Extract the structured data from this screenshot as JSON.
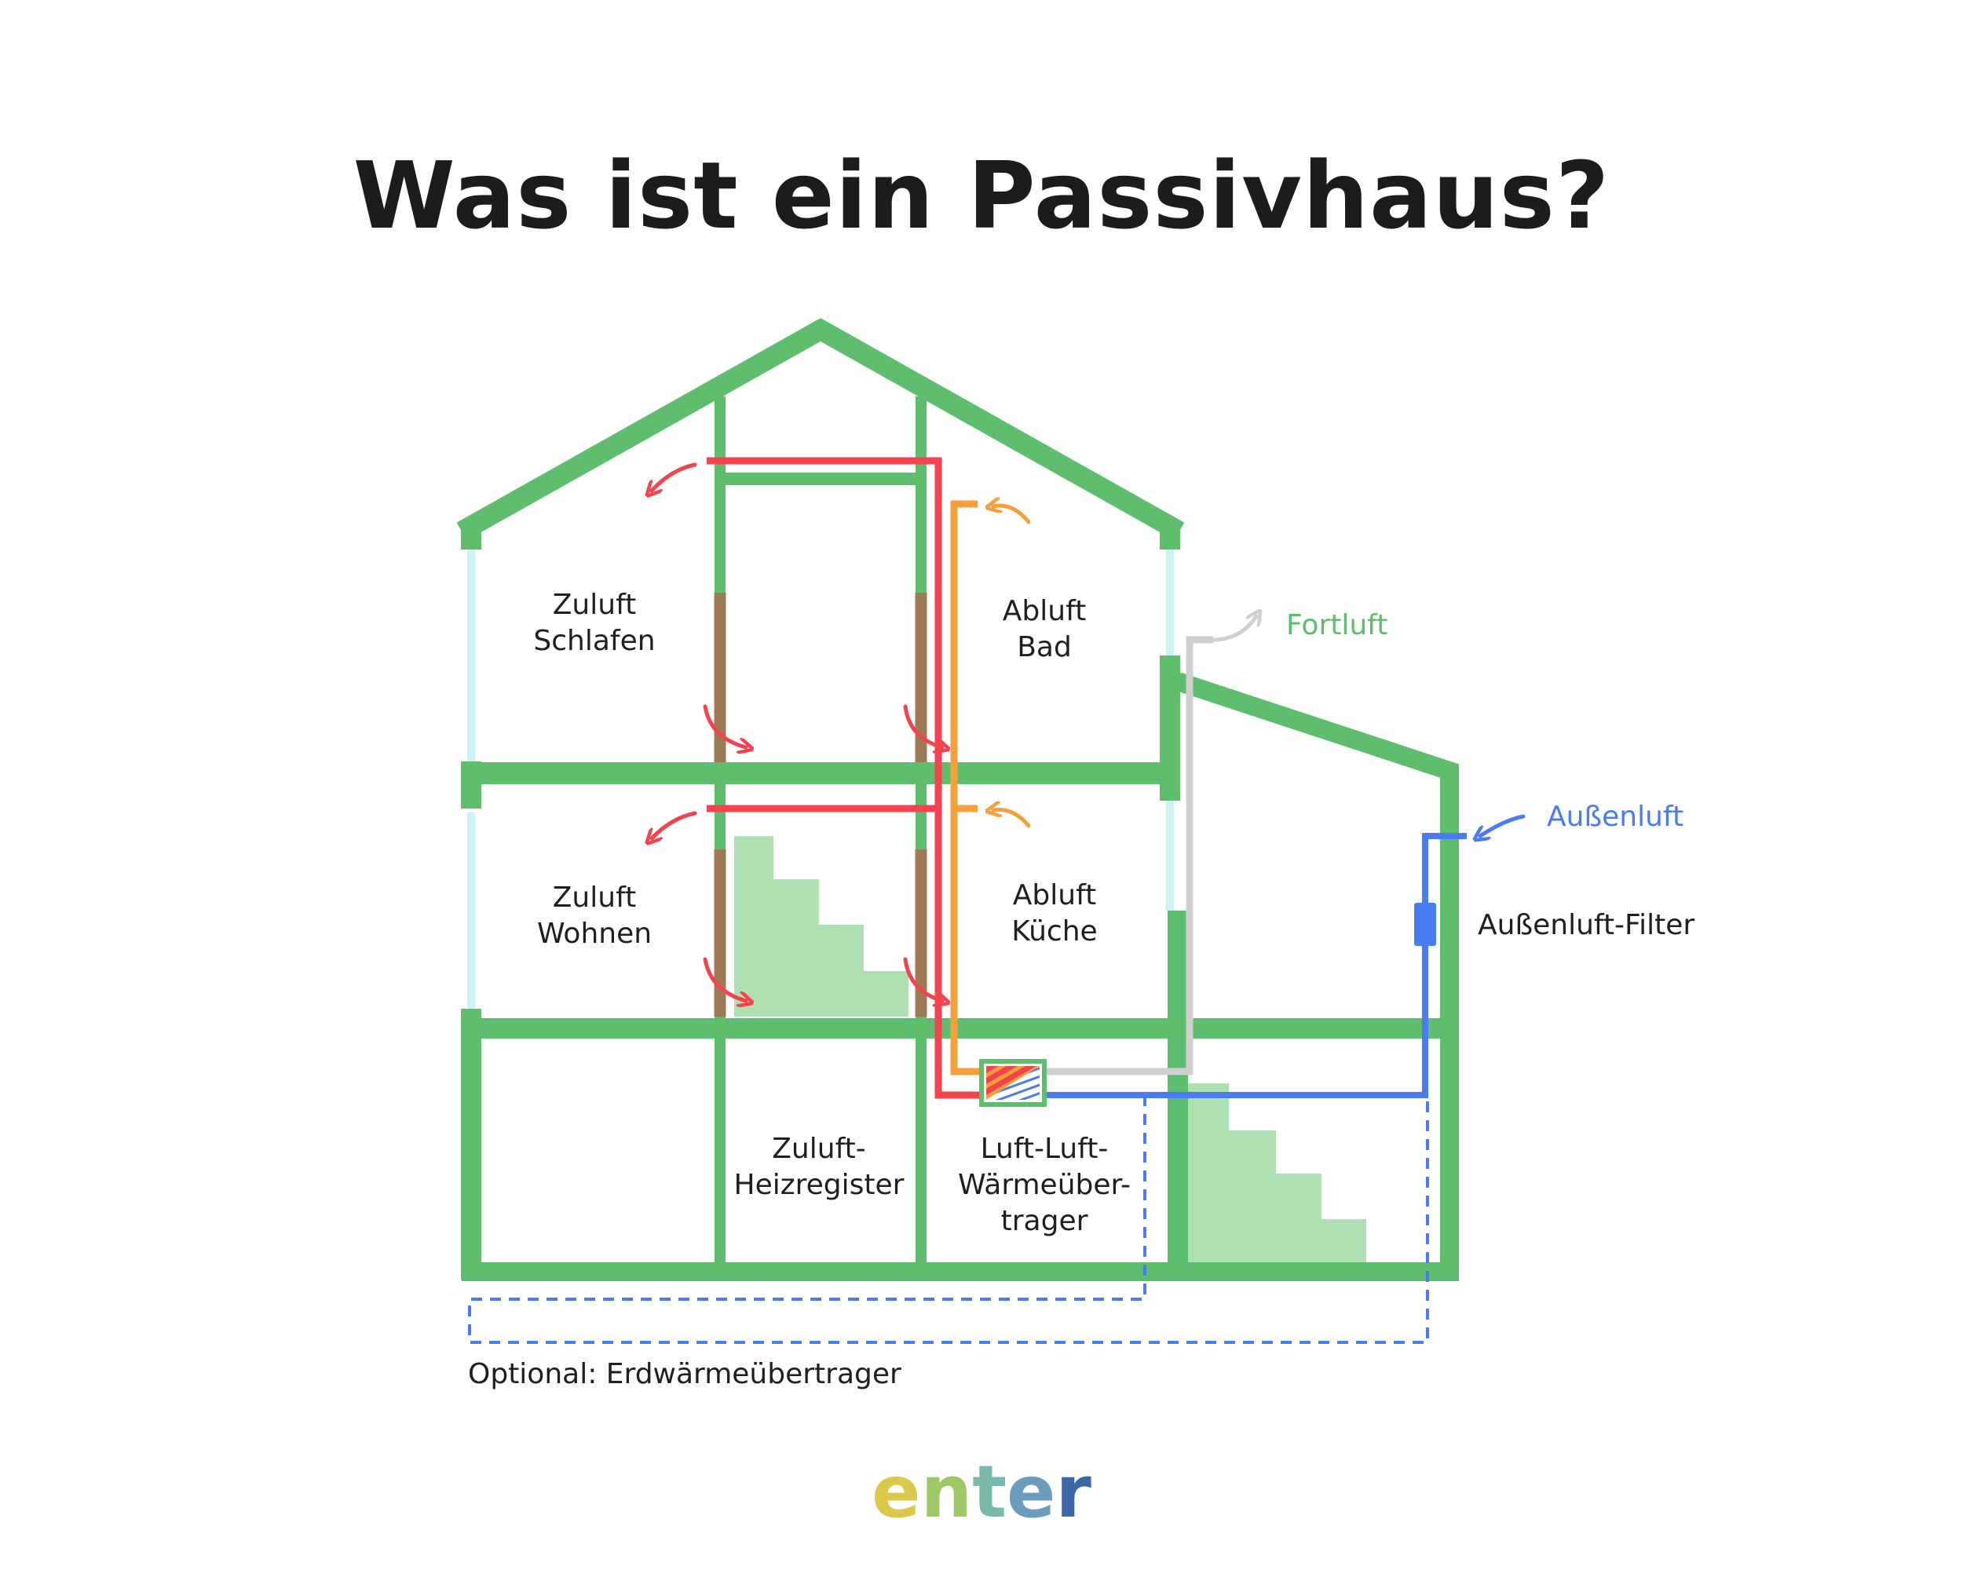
{
  "title": "Was ist ein Passivhaus?",
  "colors": {
    "wall": "#5fbe6e",
    "supply_air": "#f2434f",
    "extract_air": "#f5a03c",
    "exhaust_air": "#cfcfcf",
    "outdoor_air": "#4a7bf0",
    "stairs": "#aee0b4",
    "glass": "#cdf3f4",
    "timber": "#9c7a55"
  },
  "labels": {
    "zuluft_schlafen": [
      "Zuluft",
      "Schlafen"
    ],
    "abluft_bad": [
      "Abluft",
      "Bad"
    ],
    "zuluft_wohnen": [
      "Zuluft",
      "Wohnen"
    ],
    "abluft_kueche": [
      "Abluft",
      "Küche"
    ],
    "heizregister": [
      "Zuluft-",
      "Heizregister"
    ],
    "waermeuebertrager": [
      "Luft-Luft-",
      "Wärmeüber-",
      "trager"
    ],
    "fortluft": "Fortluft",
    "aussenluft": "Außenluft",
    "aussenluft_filter": "Außenluft-Filter",
    "erdwaerme": "Optional: Erdwärmeübertrager"
  },
  "logo": {
    "letters": [
      "e",
      "n",
      "t",
      "e",
      "r"
    ],
    "colors": [
      "#d9c84a",
      "#9ec766",
      "#79b9a8",
      "#6c9cbc",
      "#3d68a6"
    ]
  }
}
